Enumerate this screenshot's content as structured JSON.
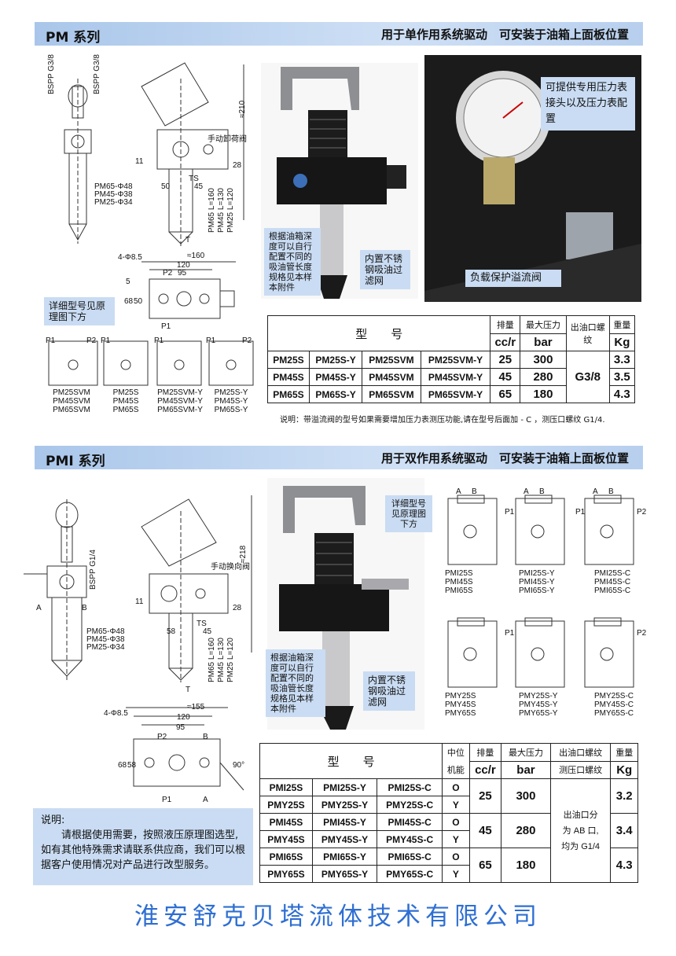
{
  "pm": {
    "series": "PM 系列",
    "subtitle": "用于单作用系统驱动　可安装于油箱上面板位置",
    "callout_photo": "可提供专用压力表接头以及压力表配置",
    "callout_relief": "负载保护溢流阀",
    "callout_depth": "根据油箱深度可以自行配置不同的吸油管长度规格见本样本附件",
    "callout_filter": "内置不锈钢吸油过滤网",
    "callout_detail": "详细型号见原理图下方",
    "dims": {
      "bspp1": "BSPP G3/8",
      "bspp2": "BSPP G3/8",
      "dim210": "≈210",
      "relief_label": "手动卸荷阀",
      "d50": "50",
      "d45": "45",
      "ts": "TS",
      "d11": "11",
      "d28": "28",
      "pm65d": "PM65-Φ48",
      "pm45d": "PM45-Φ38",
      "pm25d": "PM25-Φ34",
      "pm65l": "PM65 L=160",
      "pm45l": "PM45 L=130",
      "pm25l": "PM25 L=120",
      "t": "T",
      "holes": "4-Φ8.5",
      "d160": "≈160",
      "d120": "120",
      "p2": "P2",
      "d95": "95",
      "d5": "5",
      "d68": "68",
      "d50b": "50",
      "p1": "P1"
    },
    "schem_ports": [
      "P1",
      "P2",
      "P1",
      "P1",
      "P1",
      "P2"
    ],
    "schem_groups": [
      [
        "PM25SVM",
        "PM45SVM",
        "PM65SVM"
      ],
      [
        "PM25S",
        "PM45S",
        "PM65S"
      ],
      [
        "PM25SVM-Y",
        "PM45SVM-Y",
        "PM65SVM-Y"
      ],
      [
        "PM25S-Y",
        "PM45S-Y",
        "PM65S-Y"
      ]
    ],
    "table": {
      "h_model": "型　　号",
      "h_disp": "排量",
      "h_disp_u": "cc/r",
      "h_press": "最大压力",
      "h_press_u": "bar",
      "h_port": "出油口螺纹",
      "h_weight": "重量",
      "h_weight_u": "Kg",
      "port": "G3/8",
      "rows": [
        {
          "m1": "PM25S",
          "m2": "PM25S-Y",
          "m3": "PM25SVM",
          "m4": "PM25SVM-Y",
          "d": "25",
          "p": "300",
          "w": "3.3"
        },
        {
          "m1": "PM45S",
          "m2": "PM45S-Y",
          "m3": "PM45SVM",
          "m4": "PM45SVM-Y",
          "d": "45",
          "p": "280",
          "w": "3.5"
        },
        {
          "m1": "PM65S",
          "m2": "PM65S-Y",
          "m3": "PM65SVM",
          "m4": "PM65SVM-Y",
          "d": "65",
          "p": "180",
          "w": "4.3"
        }
      ]
    },
    "note": "说明：带溢流阀的型号如果需要增加压力表测压功能,请在型号后面加 - C ，测压口螺纹 G1/4."
  },
  "pmi": {
    "series": "PMI 系列",
    "subtitle": "用于双作用系统驱动　可安装于油箱上面板位置",
    "callout_detail": "详细型号见原理图下方",
    "callout_depth": "根据油箱深度可以自行配置不同的吸油管长度规格见本样本附件",
    "callout_filter": "内置不锈钢吸油过滤网",
    "dims": {
      "bspp": "BSPP G1/4",
      "dim218": "≈218",
      "dir_label": "手动换向阀",
      "a": "A",
      "b": "B",
      "d58": "58",
      "d45": "45",
      "ts": "TS",
      "d11": "11",
      "d28": "28",
      "pm65d": "PM65-Φ48",
      "pm45d": "PM45-Φ38",
      "pm25d": "PM25-Φ34",
      "pm65l": "PM65 L=160",
      "pm45l": "PM45 L=130",
      "pm25l": "PM25 L=120",
      "t": "T",
      "holes": "4-Φ8.5",
      "d155": "≈155",
      "d120": "120",
      "d95": "95",
      "p2": "P2",
      "b2": "B",
      "d68": "68",
      "d58b": "58",
      "p1": "P1",
      "a2": "A",
      "ang": "90°"
    },
    "schem_ports": [
      "A",
      "B",
      "A",
      "B",
      "P1",
      "A",
      "B",
      "P2",
      "P1",
      "P1",
      "P2"
    ],
    "schem_groups": [
      [
        "PMI25S",
        "PMI45S",
        "PMI65S"
      ],
      [
        "PMI25S-Y",
        "PMI45S-Y",
        "PMI65S-Y"
      ],
      [
        "PMI25S-C",
        "PMI45S-C",
        "PMI65S-C"
      ],
      [
        "PMY25S",
        "PMY45S",
        "PMY65S"
      ],
      [
        "PMY25S-Y",
        "PMY45S-Y",
        "PMY65S-Y"
      ],
      [
        "PMY25S-C",
        "PMY45S-C",
        "PMY65S-C"
      ]
    ],
    "table": {
      "h_model": "型　　号",
      "h_mid": "中位",
      "h_mid2": "机能",
      "h_disp": "排量",
      "h_disp_u": "cc/r",
      "h_press": "最大压力",
      "h_press_u": "bar",
      "h_port": "出油口螺纹",
      "h_port2": "测压口螺纹",
      "h_weight": "重量",
      "h_weight_u": "Kg",
      "port_note1": "出油口分",
      "port_note2": "为 AB 口,",
      "port_note3": "均为 G1/4",
      "rows": [
        {
          "m1": "PMI25S",
          "m2": "PMI25S-Y",
          "m3": "PMI25S-C",
          "f": "O"
        },
        {
          "m1": "PMY25S",
          "m2": "PMY25S-Y",
          "m3": "PMY25S-C",
          "f": "Y"
        },
        {
          "m1": "PMI45S",
          "m2": "PMI45S-Y",
          "m3": "PMI45S-C",
          "f": "O"
        },
        {
          "m1": "PMY45S",
          "m2": "PMY45S-Y",
          "m3": "PMY45S-C",
          "f": "Y"
        },
        {
          "m1": "PMI65S",
          "m2": "PMI65S-Y",
          "m3": "PMI65S-C",
          "f": "O"
        },
        {
          "m1": "PMY65S",
          "m2": "PMY65S-Y",
          "m3": "PMY65S-C",
          "f": "Y"
        }
      ],
      "groups": [
        {
          "d": "25",
          "p": "300",
          "w": "3.2"
        },
        {
          "d": "45",
          "p": "280",
          "w": "3.4"
        },
        {
          "d": "65",
          "p": "180",
          "w": "4.3"
        }
      ]
    },
    "note_title": "说明:",
    "note_body": "请根据使用需要，按照液压原理图选型,如有其他特殊需求请联系供应商，我们可以根据客户使用情况对产品进行改型服务。"
  },
  "footer": "淮安舒克贝塔流体技术有限公司"
}
